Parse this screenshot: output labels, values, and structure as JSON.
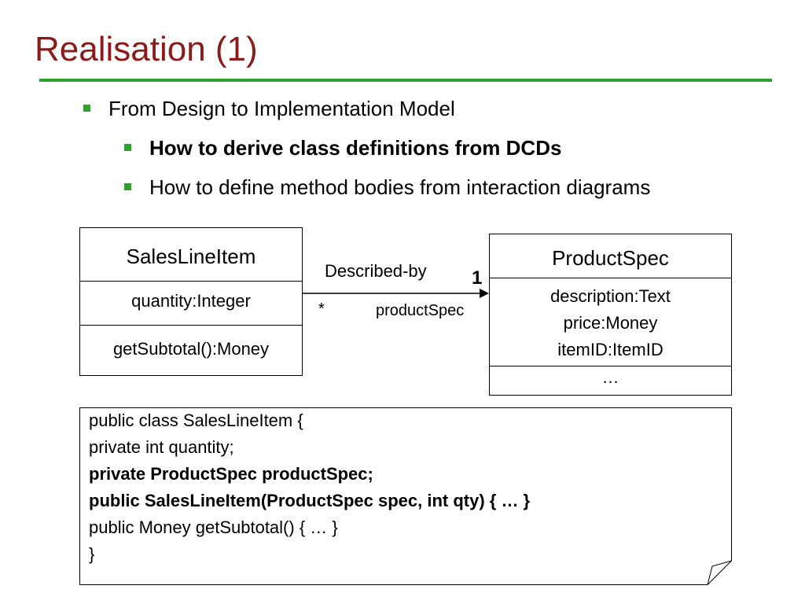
{
  "slide": {
    "title": "Realisation (1)",
    "accent_color": "#2ea12e",
    "title_color": "#8b1a1a"
  },
  "bullets": [
    {
      "text": "From Design to Implementation Model",
      "level": 1,
      "bold": false
    },
    {
      "text": "How to derive class definitions from DCDs",
      "level": 2,
      "bold": true
    },
    {
      "text": "How to define method bodies from interaction diagrams",
      "level": 2,
      "bold": false
    }
  ],
  "diagram": {
    "classes": [
      {
        "name": "SalesLineItem",
        "attributes": [
          "quantity:Integer"
        ],
        "operations": [
          "getSubtotal():Money"
        ]
      },
      {
        "name": "ProductSpec",
        "attributes": [
          "description:Text",
          "price:Money",
          "itemID:ItemID"
        ],
        "operations": [
          "…"
        ]
      }
    ],
    "association": {
      "name": "Described-by",
      "source_multiplicity": "*",
      "target_multiplicity": "1",
      "target_role": "productSpec",
      "navigable": "SalesLineItem → ProductSpec"
    }
  },
  "code": {
    "lines": [
      {
        "text": "public class SalesLineItem {",
        "bold": false
      },
      {
        "text": "private int quantity;",
        "bold": false
      },
      {
        "text": "private ProductSpec productSpec;",
        "bold": true
      },
      {
        "text": "public SalesLineItem(ProductSpec spec, int qty) { … }",
        "bold": true
      },
      {
        "text": "public Money getSubtotal() { … }",
        "bold": false
      },
      {
        "text": "}",
        "bold": false
      }
    ]
  }
}
